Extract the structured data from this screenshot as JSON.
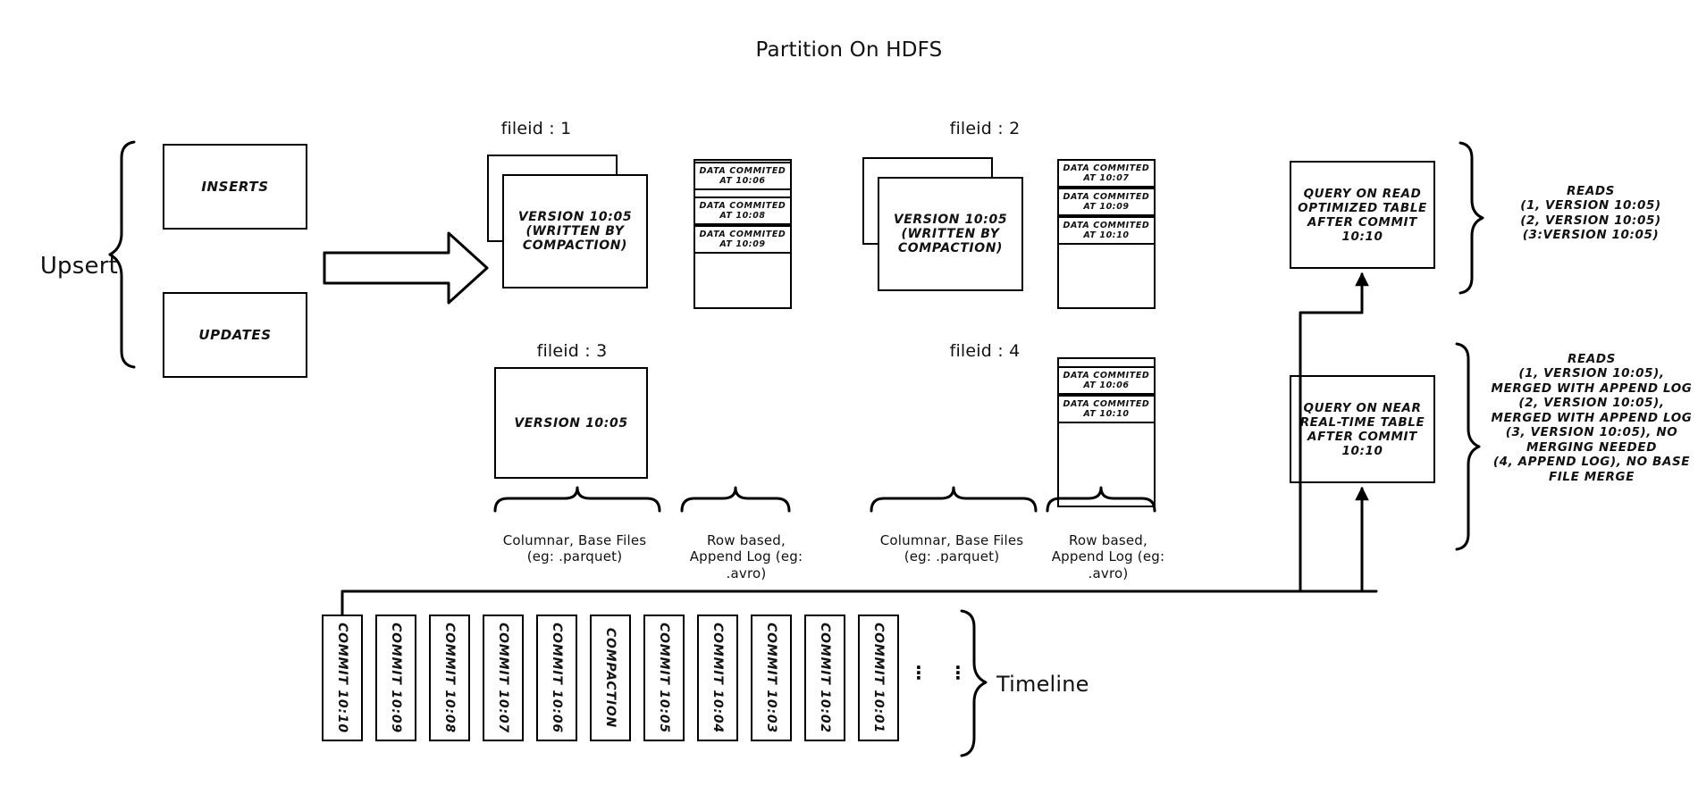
{
  "title": "Partition On HDFS",
  "left": {
    "upsert_label": "Upsert",
    "inserts_label": "INSERTS",
    "updates_label": "UPDATES",
    "commit_arrow_label": "Commit 10:10"
  },
  "files": [
    {
      "header": "fileid : 1",
      "base_label": "VERSION 10:05\n(WRITTEN BY\nCOMPACTION)",
      "stacked": true,
      "log_entries": [
        "DATA COMMITED\nAT 10:06",
        "DATA COMMITED\nAT 10:08",
        "DATA COMMITED\nAT 10:09"
      ]
    },
    {
      "header": "fileid : 2",
      "base_label": "VERSION 10:05\n(WRITTEN BY\nCOMPACTION)",
      "stacked": true,
      "log_entries": [
        "DATA COMMITED\nAT 10:07",
        "DATA COMMITED\nAT 10:09",
        "DATA COMMITED\nAT 10:10"
      ]
    },
    {
      "header": "fileid : 3",
      "base_label": "VERSION 10:05",
      "stacked": false,
      "log_entries": []
    },
    {
      "header": "fileid : 4",
      "base_label": "",
      "stacked": false,
      "log_entries": [
        "DATA COMMITED\nAT 10:06",
        "DATA COMMITED\nAT 10:10"
      ]
    }
  ],
  "captions": {
    "base_files": "Columnar, Base Files\n(eg: .parquet)",
    "append_log": "Row based,\nAppend Log  (eg:\n.avro)"
  },
  "queries": [
    {
      "box_label": "QUERY ON READ\nOPTIMIZED TABLE\nAFTER COMMIT\n10:10",
      "reads_label": "READS\n(1, VERSION 10:05)\n(2, VERSION 10:05)\n(3:VERSION 10:05)"
    },
    {
      "box_label": "QUERY ON NEAR\nREAL-TIME TABLE\nAFTER COMMIT\n10:10",
      "reads_label": "READS\n(1, VERSION 10:05),\nMERGED WITH APPEND LOG\n(2, VERSION 10:05),\nMERGED WITH APPEND LOG\n(3, VERSION 10:05), NO\nMERGING NEEDED\n(4, APPEND LOG), NO BASE\nFILE MERGE"
    }
  ],
  "timeline": {
    "label": "Timeline",
    "ellipsis": "⋮",
    "cells": [
      "COMMIT  10:10",
      "COMMIT  10:09",
      "COMMIT  10:08",
      "COMMIT  10:07",
      "COMMIT  10:06",
      "COMPACTION",
      "COMMIT  10:05",
      "COMMIT  10:04",
      "COMMIT  10:03",
      "COMMIT  10:02",
      "COMMIT  10:01"
    ]
  },
  "colors": {
    "stroke": "#000000",
    "background": "#ffffff"
  }
}
